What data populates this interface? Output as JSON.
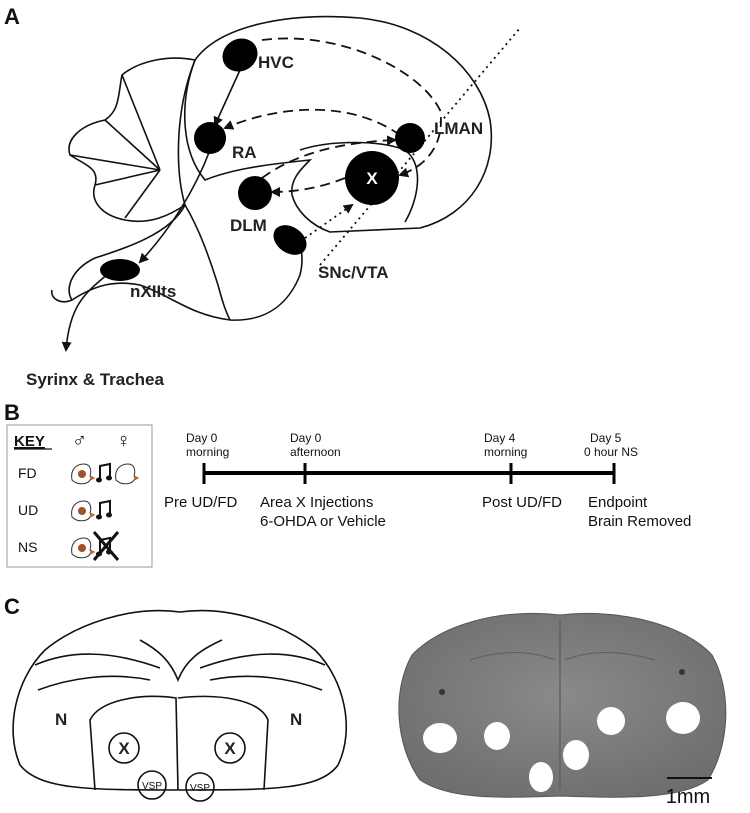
{
  "panels": {
    "a": "A",
    "b": "B",
    "c": "C"
  },
  "panel_a": {
    "nuclei": {
      "hvc": "HVC",
      "ra": "RA",
      "lman": "LMAN",
      "x": "X",
      "dlm": "DLM",
      "snc_vta": "SNc/VTA",
      "nxiits": "nXIIts"
    },
    "output_label": "Syrinx & Trachea"
  },
  "panel_b": {
    "key": {
      "title": "KEY",
      "male_symbol": "♂",
      "female_symbol": "♀",
      "rows": [
        {
          "label": "FD"
        },
        {
          "label": "UD"
        },
        {
          "label": "NS"
        }
      ]
    },
    "timeline": {
      "ticks": [
        {
          "top1": "Day 0",
          "top2": "morning",
          "bottom1": "Pre UD/FD",
          "bottom2": ""
        },
        {
          "top1": "Day 0",
          "top2": "afternoon",
          "bottom1": "Area X Injections",
          "bottom2": "6-OHDA or Vehicle"
        },
        {
          "top1": "Day 4",
          "top2": "morning",
          "bottom1": "Post UD/FD",
          "bottom2": ""
        },
        {
          "top1": "Day 5",
          "top2": "0 hour NS",
          "bottom1": "Endpoint",
          "bottom2": "Brain Removed"
        }
      ]
    }
  },
  "panel_c": {
    "labels": {
      "n": "N",
      "x": "X",
      "vsp": "VSP"
    },
    "scale_bar": "1mm"
  }
}
